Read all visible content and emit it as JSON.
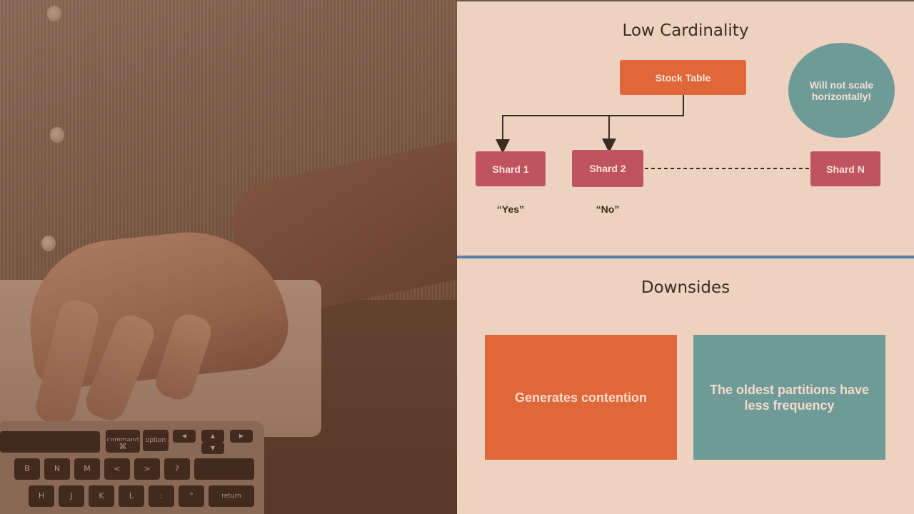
{
  "slide_top": {
    "title": "Low Cardinality",
    "root_node": "Stock Table",
    "callout": "Will not scale horizontally!",
    "shards": [
      {
        "label": "Shard 1",
        "value": "“Yes”"
      },
      {
        "label": "Shard 2",
        "value": "“No”"
      },
      {
        "label": "Shard N",
        "value": ""
      }
    ]
  },
  "slide_bottom": {
    "title": "Downsides",
    "cards": [
      {
        "text": "Generates contention",
        "color": "#e0673a"
      },
      {
        "text": "The oldest partitions have less frequency",
        "color": "#6e9a97"
      }
    ]
  },
  "keyboard_keys": [
    "command",
    "option",
    "◀",
    "▲",
    "▶",
    "⌘",
    "▼",
    "B",
    "N",
    "M",
    "<",
    ">",
    "?",
    "H",
    "J",
    "K",
    "L",
    ":",
    "\"",
    "return"
  ],
  "colors": {
    "panel_bg": "#edd2bf",
    "orange": "#e0673a",
    "red": "#c05360",
    "teal": "#6e9a97",
    "divider": "#5a7fa6",
    "text_dark": "#3b2c23"
  }
}
